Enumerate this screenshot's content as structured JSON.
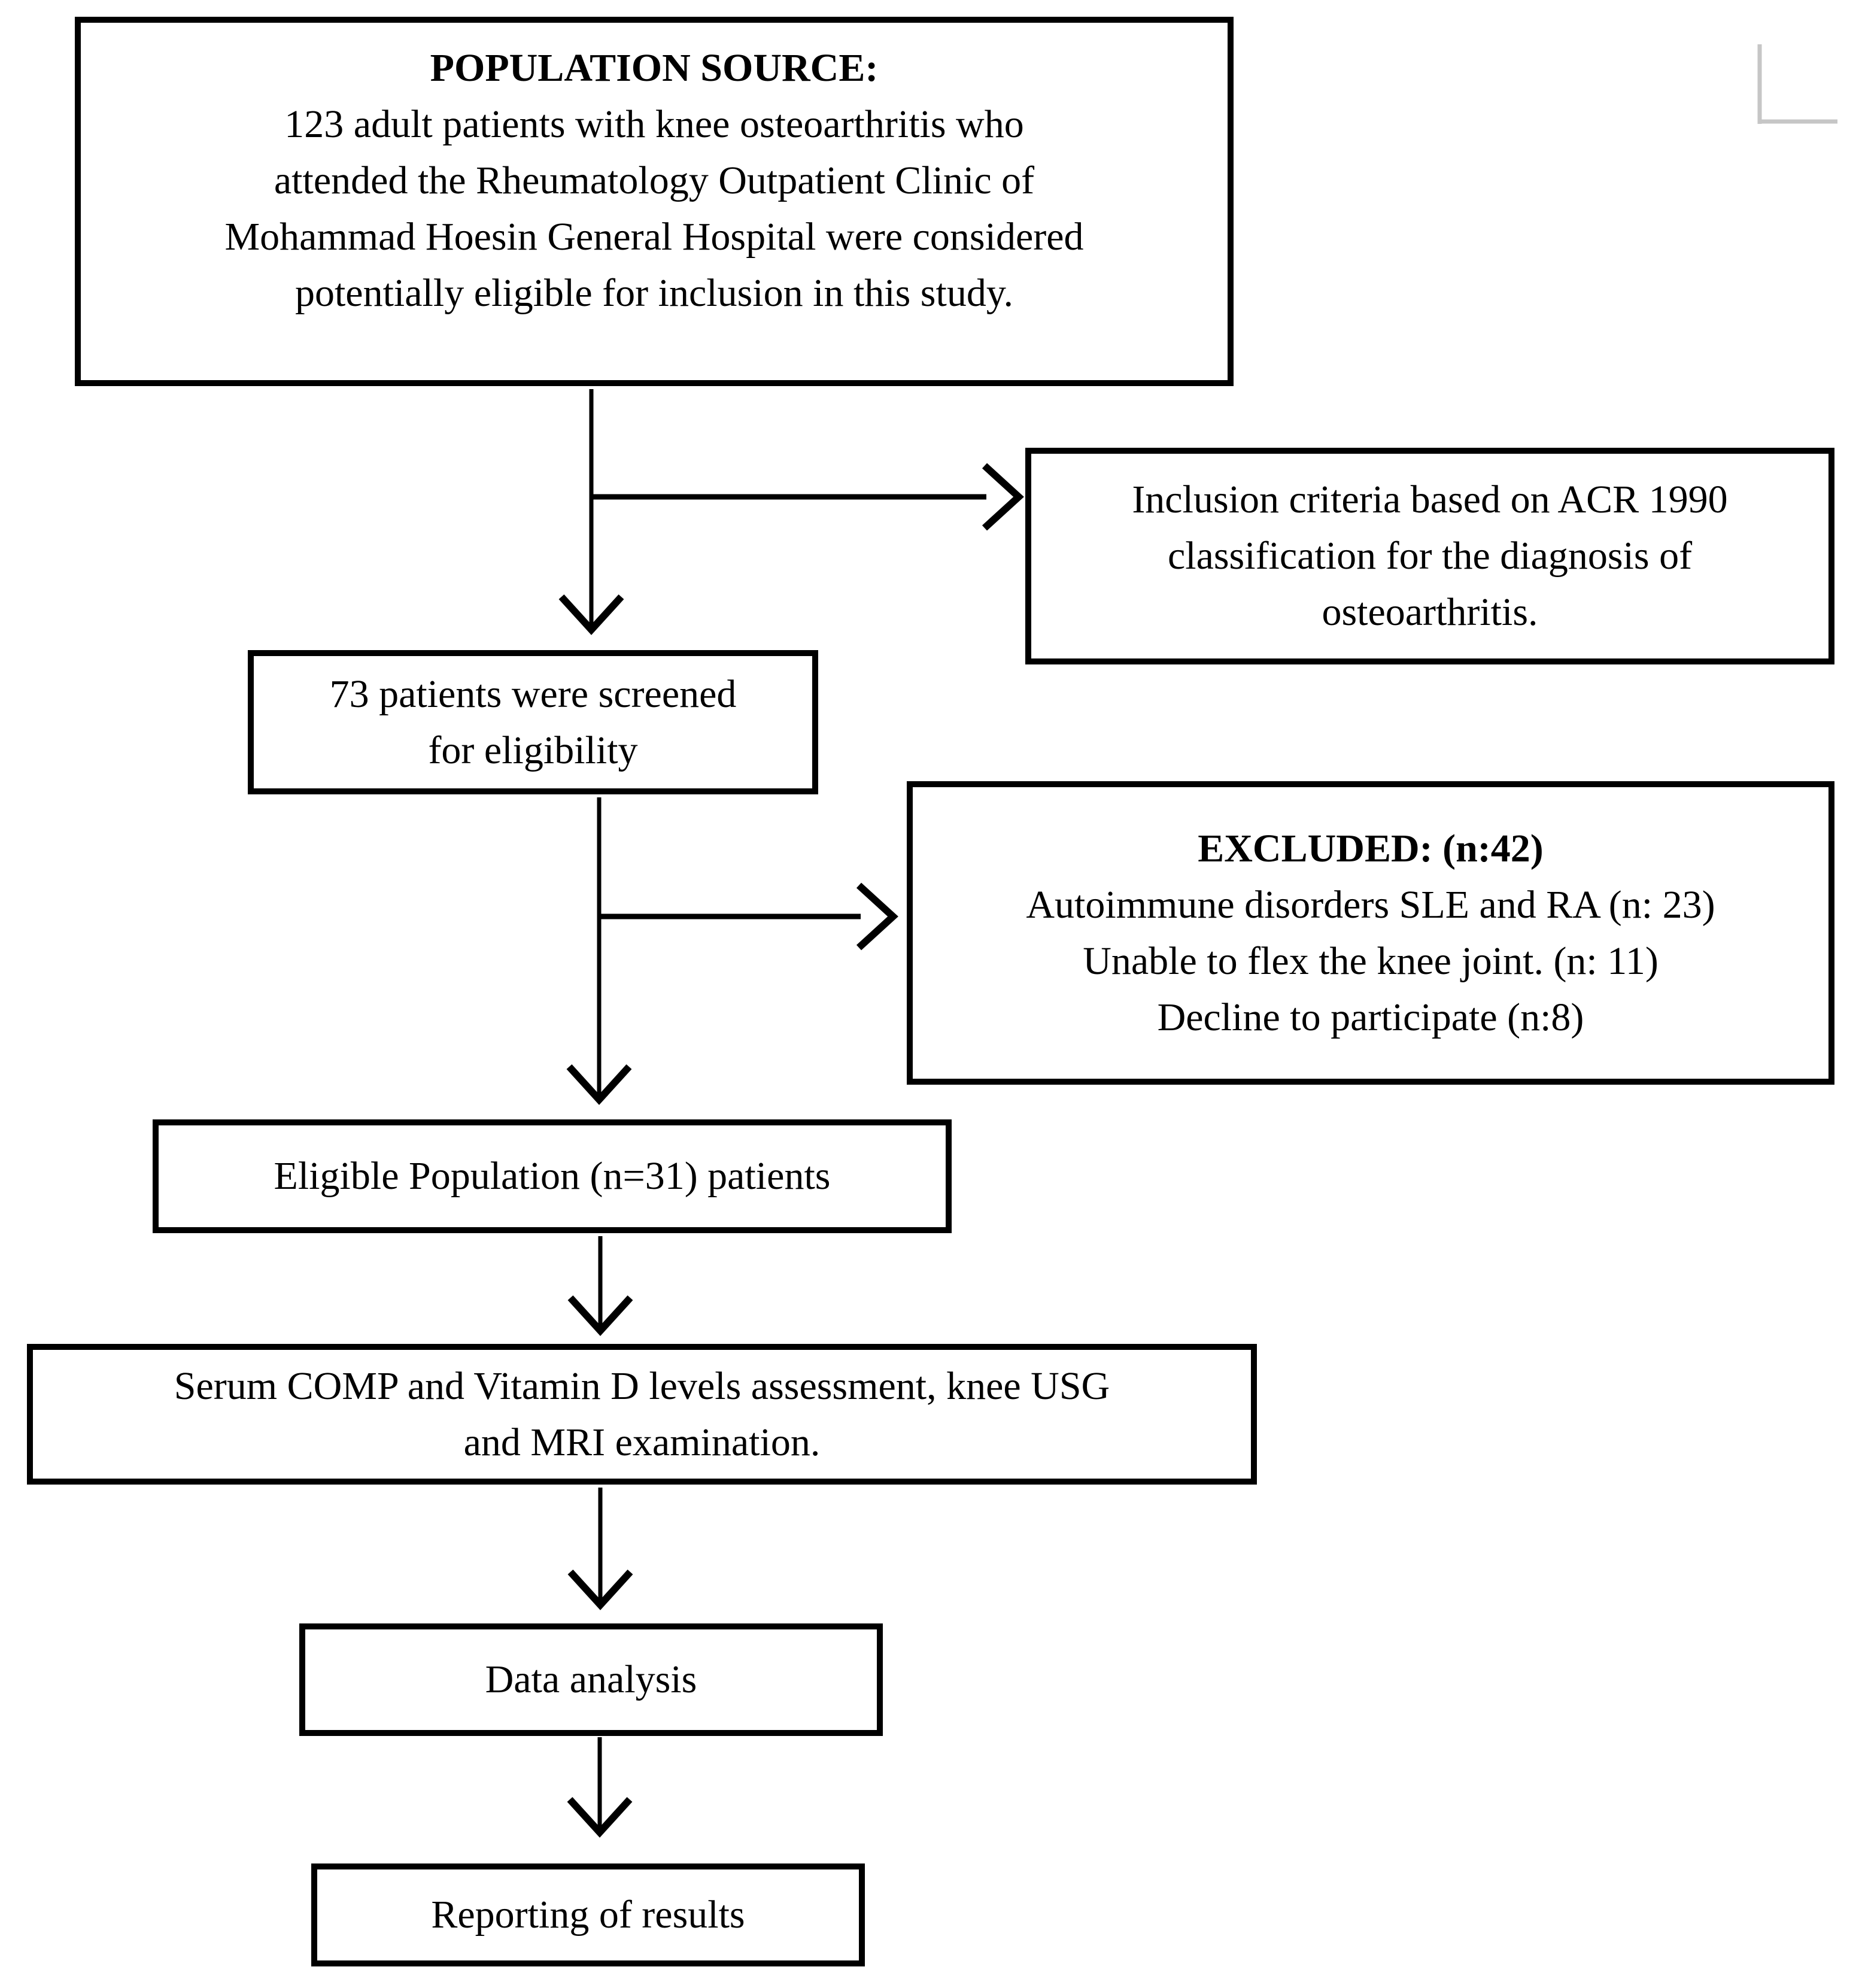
{
  "figure": {
    "background_color": "#ffffff",
    "line_color": "#000000",
    "corner_mark_color": "#c6c6c6",
    "nodes": {
      "population_source": {
        "title": "POPULATION SOURCE:",
        "lines": [
          "123 adult patients with knee osteoarthritis who",
          "attended the Rheumatology Outpatient Clinic of",
          "Mohammad Hoesin General Hospital were considered",
          "potentially eligible for inclusion in this study."
        ]
      },
      "inclusion_criteria": {
        "lines": [
          "Inclusion criteria based on ACR 1990",
          "classification for the diagnosis of",
          "osteoarthritis."
        ]
      },
      "screened": {
        "lines": [
          "73 patients were screened",
          "for eligibility"
        ]
      },
      "excluded": {
        "title": "EXCLUDED: (n:42)",
        "lines": [
          "Autoimmune disorders SLE and RA (n: 23)",
          "Unable to flex the knee joint. (n: 11)",
          "Decline to participate (n:8)"
        ]
      },
      "eligible": {
        "lines": [
          "Eligible Population (n=31) patients"
        ]
      },
      "assessment": {
        "lines": [
          "Serum COMP and Vitamin D levels assessment, knee USG",
          "and MRI examination."
        ]
      },
      "data_analysis": {
        "lines": [
          "Data analysis"
        ]
      },
      "reporting": {
        "lines": [
          "Reporting of results"
        ]
      }
    }
  }
}
